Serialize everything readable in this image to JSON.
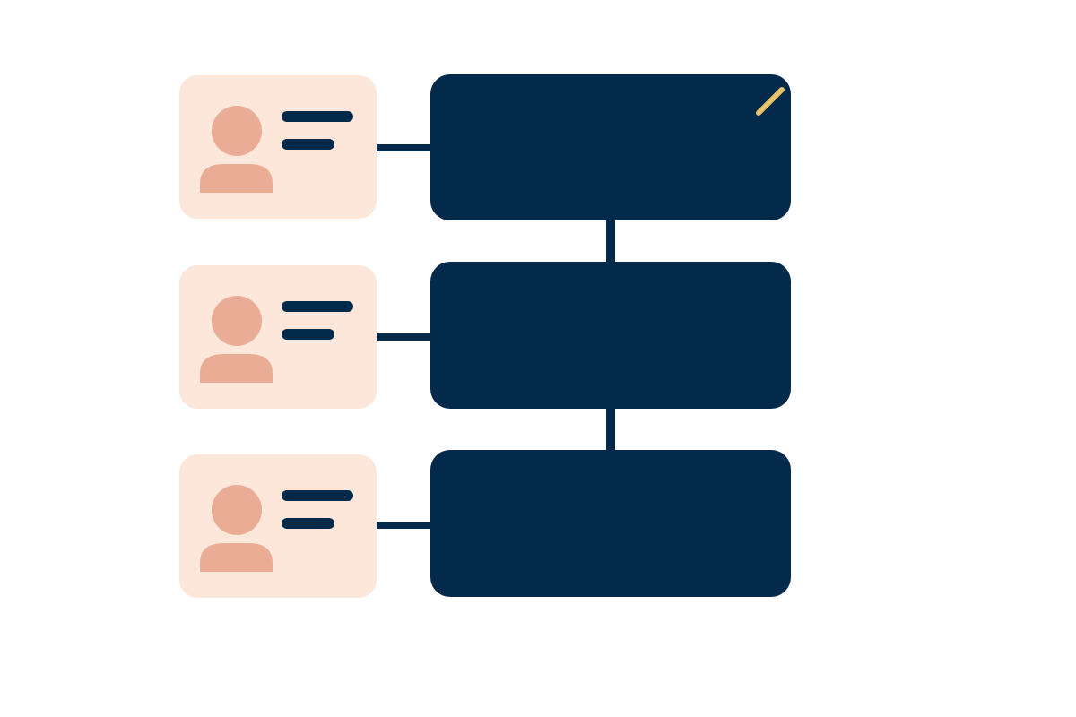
{
  "colors": {
    "background": "#ffffff",
    "card_bg": "#fde6da",
    "avatar": "#eaac95",
    "text_line": "#032a4a",
    "panel": "#032a4a",
    "connector": "#032a4a",
    "pencil_accent": "#e8c46a"
  },
  "rows": [
    {
      "card": {
        "avatar_icon": "user-avatar-icon",
        "lines": 2
      },
      "panel": {
        "accent_icon": "pencil-mark-icon"
      }
    },
    {
      "card": {
        "avatar_icon": "user-avatar-icon",
        "lines": 2
      },
      "panel": {}
    },
    {
      "card": {
        "avatar_icon": "user-avatar-icon",
        "lines": 2
      },
      "panel": {}
    }
  ]
}
